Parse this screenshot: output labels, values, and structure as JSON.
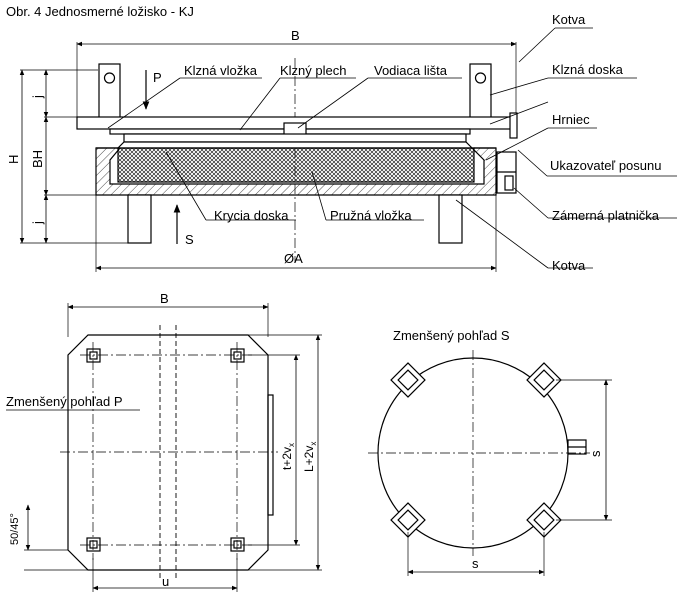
{
  "title": "Obr. 4  Jednosmerné ložisko - KJ",
  "labels": {
    "kotva_top": "Kotva",
    "klzna_vlozka": "Klzná vložka",
    "klzny_plech": "Klzný plech",
    "vodiaca_lista": "Vodiaca lišta",
    "klzna_doska": "Klzná doska",
    "hrniec": "Hrniec",
    "ukazovatel_posunu": "Ukazovateľ posunu",
    "zamerna_platnicka": "Zámerná platnička",
    "krycia_doska": "Krycia doska",
    "pruzna_vlozka": "Pružná vložka",
    "kotva_bottom": "Kotva"
  },
  "dimensions": {
    "B_top": "B",
    "H": "H",
    "BH": "BH",
    "j_top": "j",
    "j_bottom": "j",
    "OA": "ØA",
    "B_plan": "B",
    "u": "u",
    "angle": "50/45°",
    "t_sub": "t+2v",
    "t_subscript": "x",
    "L_sub": "L+2v",
    "L_subscript": "x",
    "s_vert": "s",
    "s_horiz": "s"
  },
  "forces": {
    "P": "P",
    "S": "S"
  },
  "views": {
    "view_p": "Zmenšený pohľad P",
    "view_s": "Zmenšený pohľad S"
  }
}
